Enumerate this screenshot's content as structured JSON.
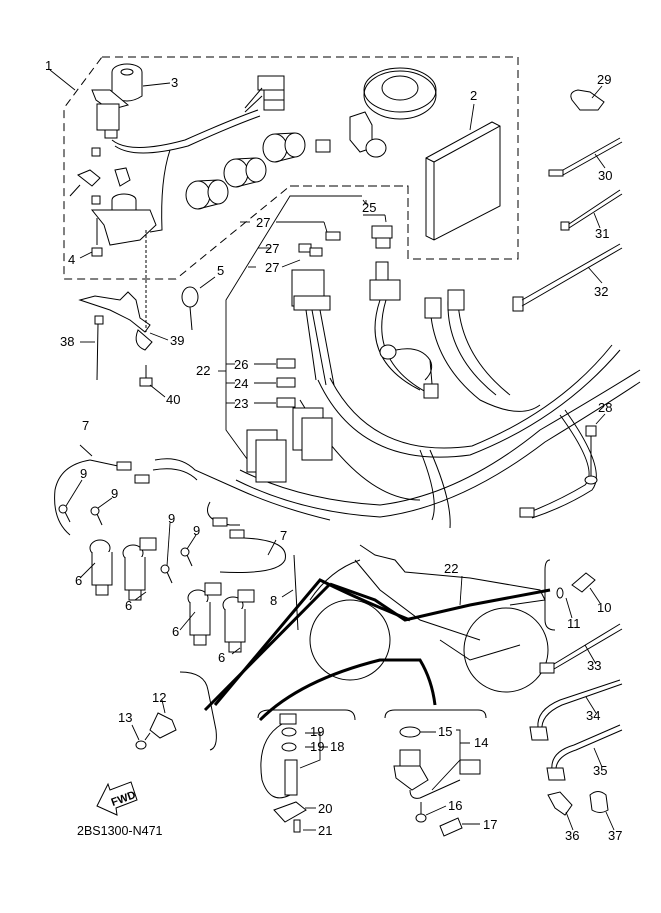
{
  "diagram": {
    "title": "Electrical parts exploded view",
    "drawing_code": "2BS1300-N471",
    "direction_arrow": "FWD",
    "callouts": [
      {
        "id": "c1",
        "text": "1"
      },
      {
        "id": "c2",
        "text": "2"
      },
      {
        "id": "c3",
        "text": "3"
      },
      {
        "id": "c4",
        "text": "4"
      },
      {
        "id": "c5",
        "text": "5"
      },
      {
        "id": "c6a",
        "text": "6"
      },
      {
        "id": "c6b",
        "text": "6"
      },
      {
        "id": "c6c",
        "text": "6"
      },
      {
        "id": "c6d",
        "text": "6"
      },
      {
        "id": "c7a",
        "text": "7"
      },
      {
        "id": "c7b",
        "text": "7"
      },
      {
        "id": "c8",
        "text": "8"
      },
      {
        "id": "c9a",
        "text": "9"
      },
      {
        "id": "c9b",
        "text": "9"
      },
      {
        "id": "c9c",
        "text": "9"
      },
      {
        "id": "c9d",
        "text": "9"
      },
      {
        "id": "c10",
        "text": "10"
      },
      {
        "id": "c11",
        "text": "11"
      },
      {
        "id": "c12",
        "text": "12"
      },
      {
        "id": "c13",
        "text": "13"
      },
      {
        "id": "c14",
        "text": "14"
      },
      {
        "id": "c15",
        "text": "15"
      },
      {
        "id": "c16",
        "text": "16"
      },
      {
        "id": "c17",
        "text": "17"
      },
      {
        "id": "c18",
        "text": "18"
      },
      {
        "id": "c19a",
        "text": "19"
      },
      {
        "id": "c19b",
        "text": "19"
      },
      {
        "id": "c20",
        "text": "20"
      },
      {
        "id": "c21",
        "text": "21"
      },
      {
        "id": "c22a",
        "text": "22"
      },
      {
        "id": "c22b",
        "text": "22"
      },
      {
        "id": "c23",
        "text": "23"
      },
      {
        "id": "c24",
        "text": "24"
      },
      {
        "id": "c25",
        "text": "25"
      },
      {
        "id": "c26",
        "text": "26"
      },
      {
        "id": "c27a",
        "text": "27"
      },
      {
        "id": "c27b",
        "text": "27"
      },
      {
        "id": "c27c",
        "text": "27"
      },
      {
        "id": "c28",
        "text": "28"
      },
      {
        "id": "c29",
        "text": "29"
      },
      {
        "id": "c30",
        "text": "30"
      },
      {
        "id": "c31",
        "text": "31"
      },
      {
        "id": "c32",
        "text": "32"
      },
      {
        "id": "c33",
        "text": "33"
      },
      {
        "id": "c34",
        "text": "34"
      },
      {
        "id": "c35",
        "text": "35"
      },
      {
        "id": "c36",
        "text": "36"
      },
      {
        "id": "c37",
        "text": "37"
      },
      {
        "id": "c38",
        "text": "38"
      },
      {
        "id": "c39",
        "text": "39"
      },
      {
        "id": "c40",
        "text": "40"
      }
    ]
  }
}
